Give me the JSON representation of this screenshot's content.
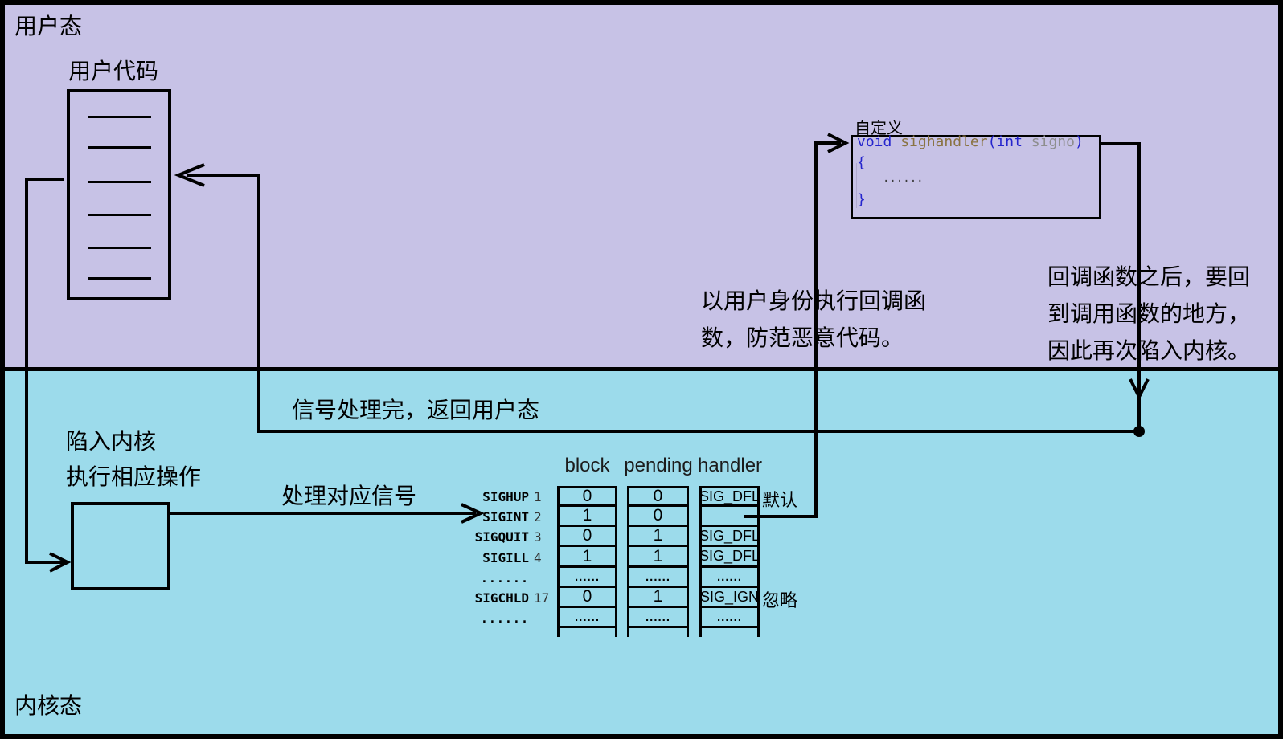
{
  "labels": {
    "user_mode": "用户态",
    "kernel_mode": "内核态",
    "user_code_title": "用户代码",
    "custom_label": "自定义",
    "trap_line1": "陷入内核",
    "trap_line2": "执行相应操作",
    "handle_signal": "处理对应信号",
    "signal_done": "信号处理完，返回用户态",
    "exec_note_line1": "以用户身份执行回调函",
    "exec_note_line2": "数，防范恶意代码。",
    "return_note_line1": "回调函数之后，要回",
    "return_note_line2": "到调用函数的地方，",
    "return_note_line3": "因此再次陷入内核。"
  },
  "handler_code": {
    "kw_void": "void",
    "fn_name": " sighandler",
    "paren_open": "(",
    "kw_int": "int",
    "arg": " signo",
    "paren_close": ")",
    "brace_open": "{",
    "body": "......",
    "brace_close": "}"
  },
  "signal_table": {
    "headers": {
      "block": "block",
      "pending": "pending",
      "handler": "handler"
    },
    "rows": [
      {
        "name": "SIGHUP",
        "num": "1",
        "block": "0",
        "pending": "0",
        "handler": "SIG_DFL"
      },
      {
        "name": "SIGINT",
        "num": "2",
        "block": "1",
        "pending": "0",
        "handler": ""
      },
      {
        "name": "SIGQUIT",
        "num": "3",
        "block": "0",
        "pending": "1",
        "handler": "SIG_DFL"
      },
      {
        "name": "SIGILL",
        "num": "4",
        "block": "1",
        "pending": "1",
        "handler": "SIG_DFL"
      },
      {
        "name": "......",
        "num": "",
        "block": "......",
        "pending": "......",
        "handler": "......"
      },
      {
        "name": "SIGCHLD",
        "num": "17",
        "block": "0",
        "pending": "1",
        "handler": "SIG_IGN"
      },
      {
        "name": "......",
        "num": "",
        "block": "......",
        "pending": "......",
        "handler": "......"
      }
    ],
    "annotations": {
      "default": "默认",
      "ignore": "忽略"
    }
  },
  "colors": {
    "user_mode_bg": "#c7c2e6",
    "kernel_mode_bg": "#9cdbeb",
    "line": "#000000",
    "code_keyword": "#2525cd",
    "code_function": "#8a7342",
    "code_argument": "#8e8e8e"
  }
}
